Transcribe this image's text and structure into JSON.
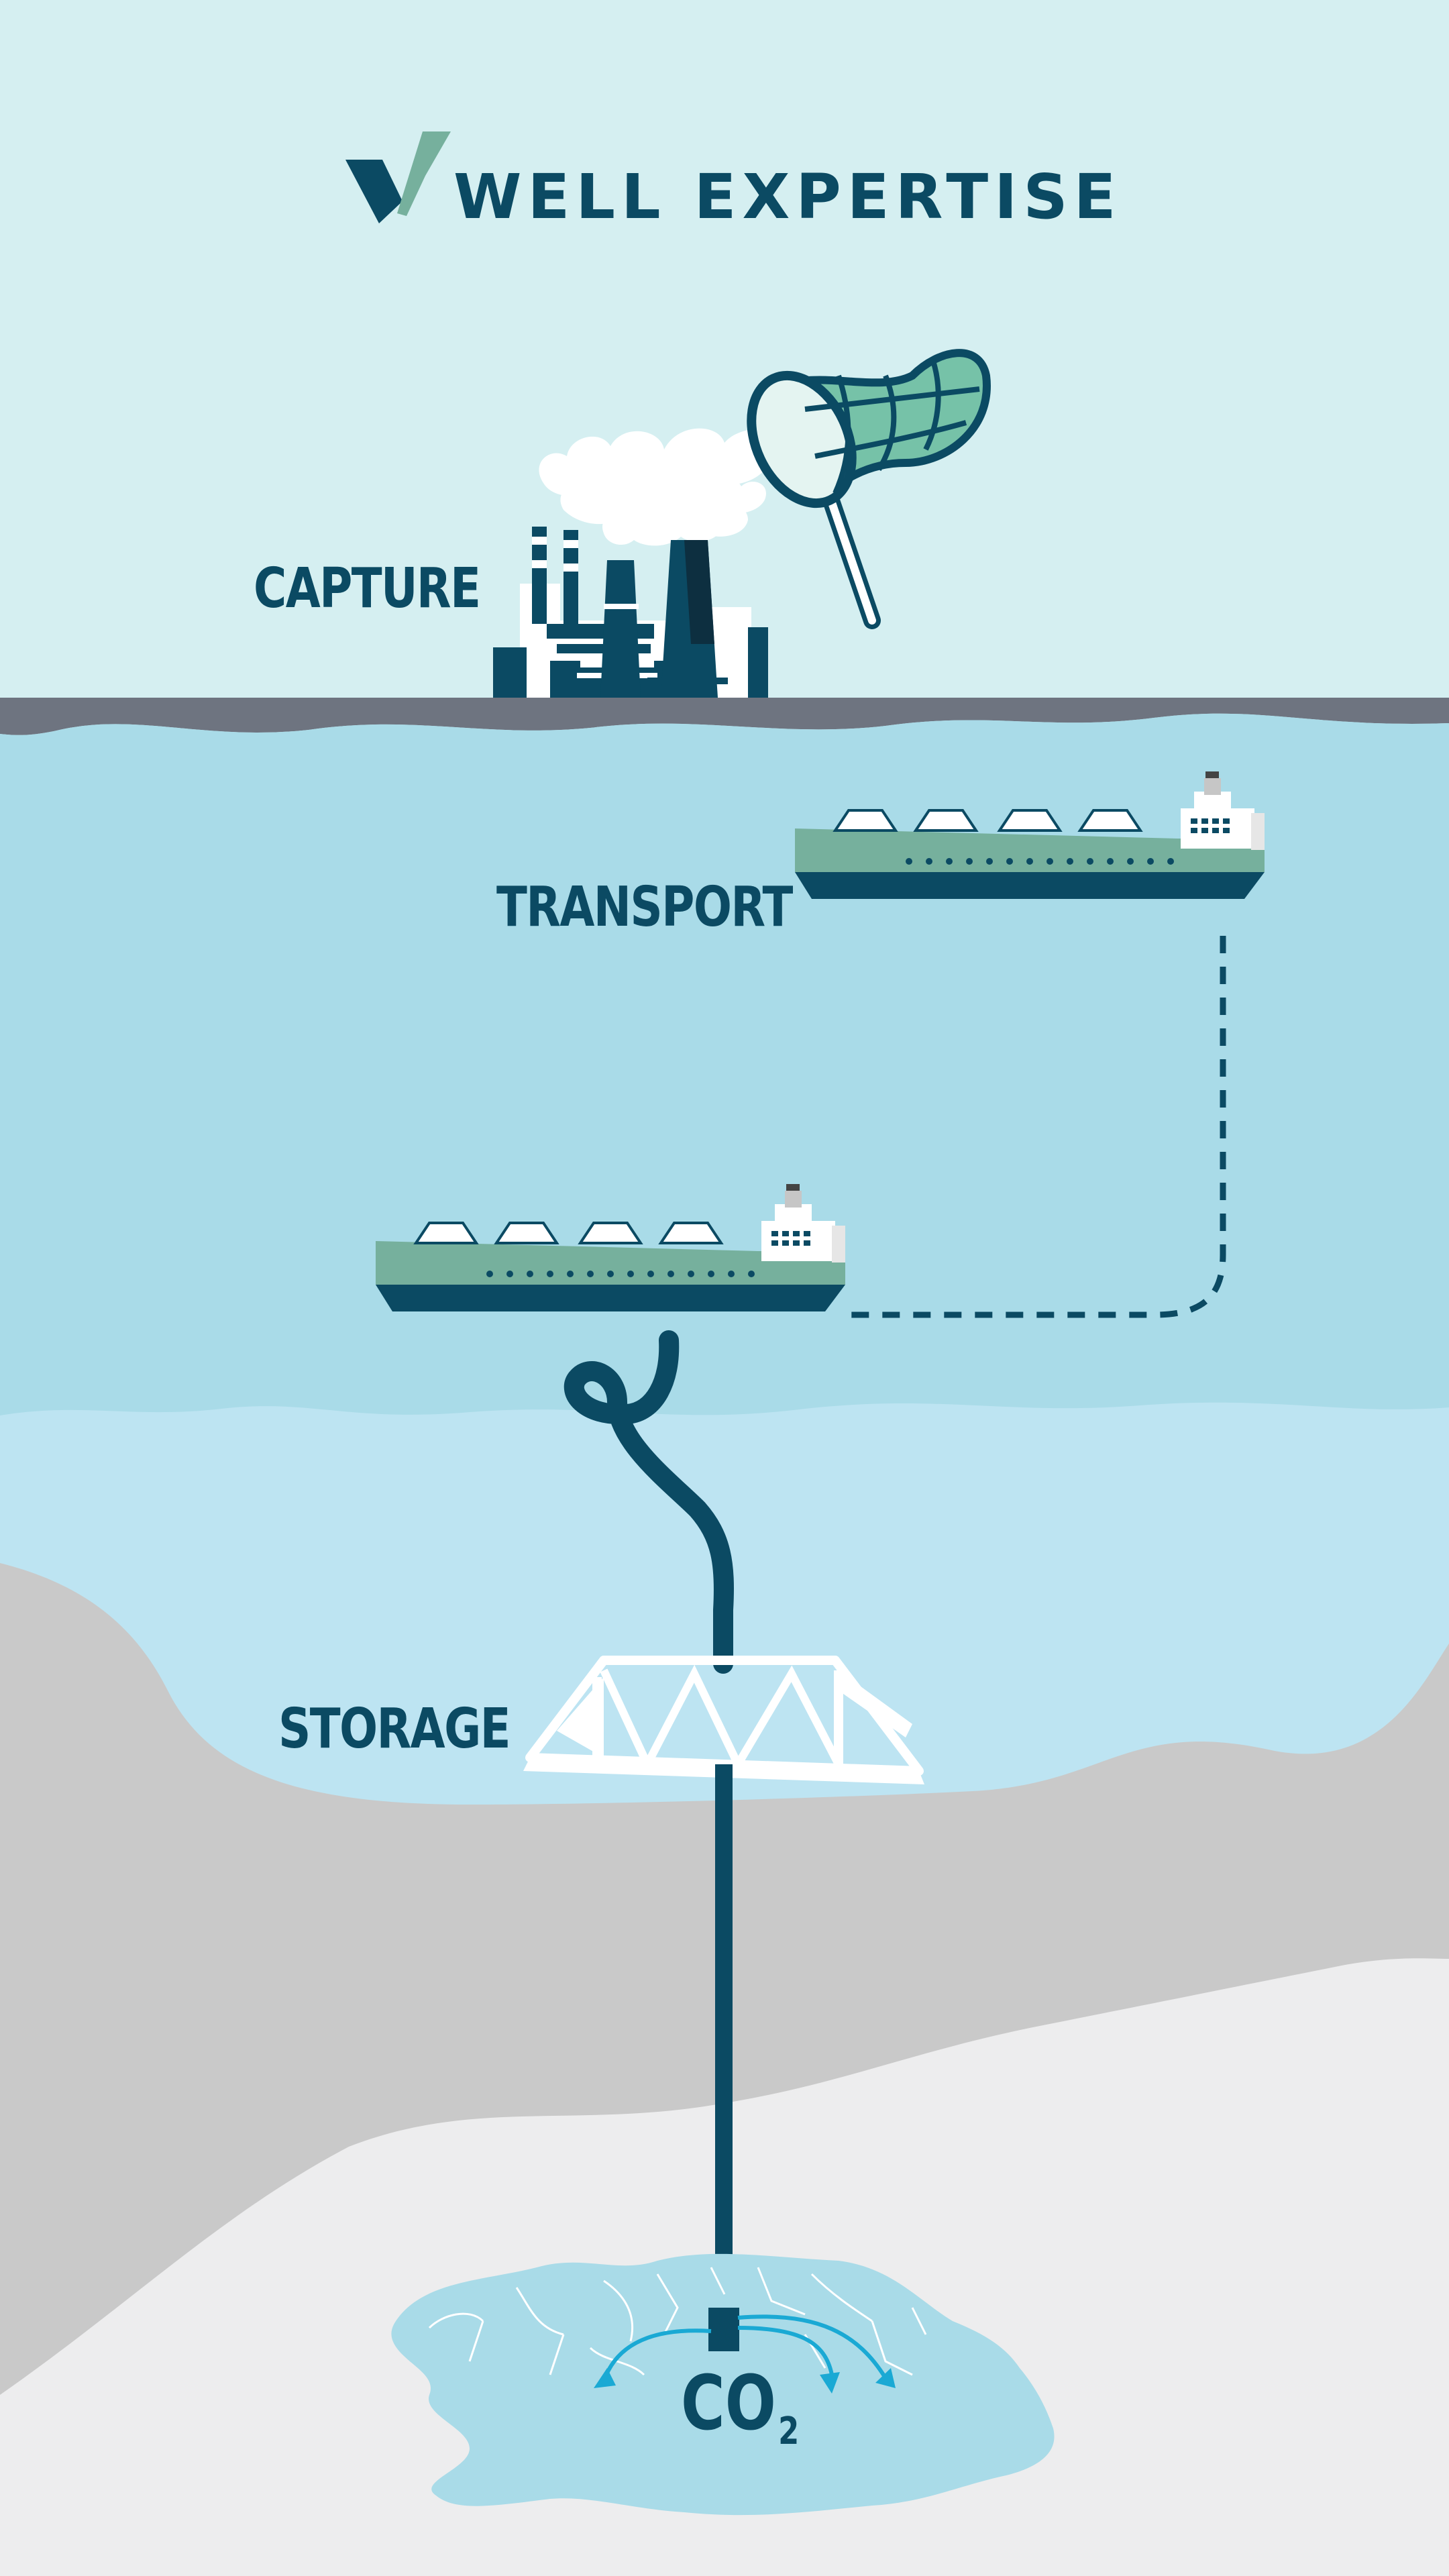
{
  "brand": {
    "name": "WELL EXPERTISE"
  },
  "stages": {
    "capture": "CAPTURE",
    "transport": "TRANSPORT",
    "storage": "STORAGE"
  },
  "reservoir": {
    "molecule": "CO",
    "subscript": "2"
  },
  "icons": [
    "logo-v-icon",
    "factory-icon",
    "capture-net-icon",
    "ship-icon",
    "pipeline-icon",
    "platform-icon",
    "co2-reservoir-icon"
  ],
  "colors": {
    "sky": "#d5eff1",
    "sea": "#a9dbe8",
    "deep_sea": "#bde4f2",
    "ground": "#6e7480",
    "rock": "#c9c9c9",
    "sediment": "#ededee",
    "navy": "#0b4a63",
    "teal": "#76b09d",
    "arrow": "#1aa9d4"
  }
}
